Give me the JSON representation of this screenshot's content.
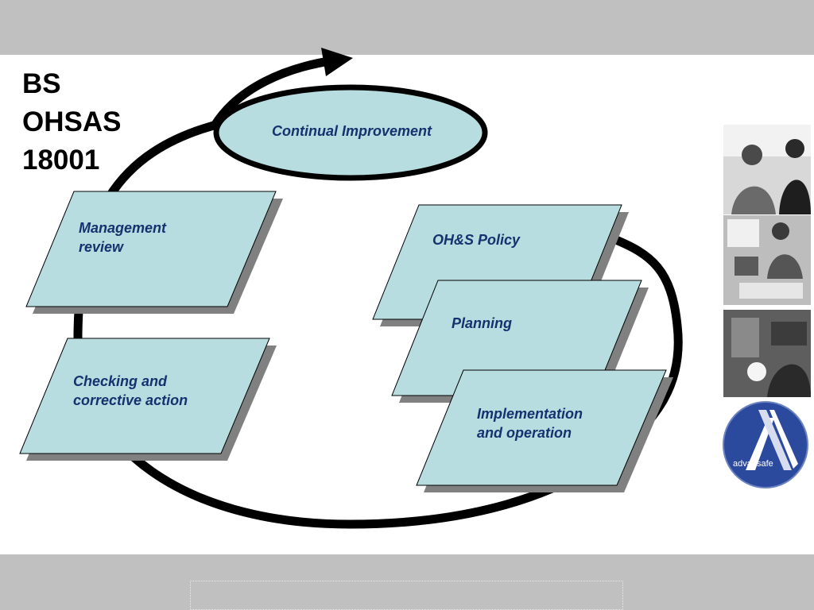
{
  "title": "BS\nOHSAS\n18001",
  "diagram": {
    "nodes": {
      "continual_improvement": "Continual Improvement",
      "management_review": "Management\nreview",
      "checking": "Checking and\ncorrective action",
      "policy": "OH&S Policy",
      "planning": "Planning",
      "implementation": "Implementation\nand operation"
    }
  },
  "sidebar": {
    "photos": [
      "people-photo",
      "office-photo",
      "industrial-photo"
    ],
    "logo": {
      "name": "advansafe-logo",
      "text": "advansafe"
    }
  },
  "colors": {
    "box_fill": "#b8dde0",
    "label_text": "#14326e",
    "band": "#c0c0c0",
    "logo_blue": "#2b4a9e"
  }
}
